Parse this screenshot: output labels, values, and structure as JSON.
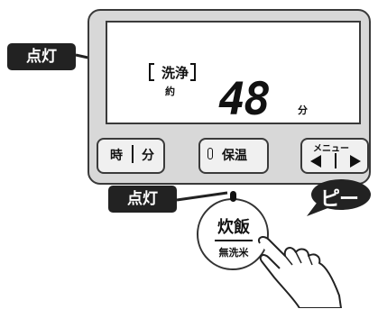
{
  "callouts": {
    "top_left": "点灯",
    "bottom": "点灯",
    "beep": "ピー"
  },
  "display": {
    "mode": "洗浄",
    "approx": "約",
    "time": "48",
    "unit": "分"
  },
  "buttons": {
    "hour_min": {
      "hour": "時",
      "min": "分"
    },
    "keep_warm": "保温",
    "menu": "メニュー"
  },
  "cook_button": {
    "main": "炊飯",
    "sub": "無洗米"
  },
  "colors": {
    "panel": "#d8d8d8",
    "callout": "#222222",
    "outline": "#3a3a3a"
  }
}
